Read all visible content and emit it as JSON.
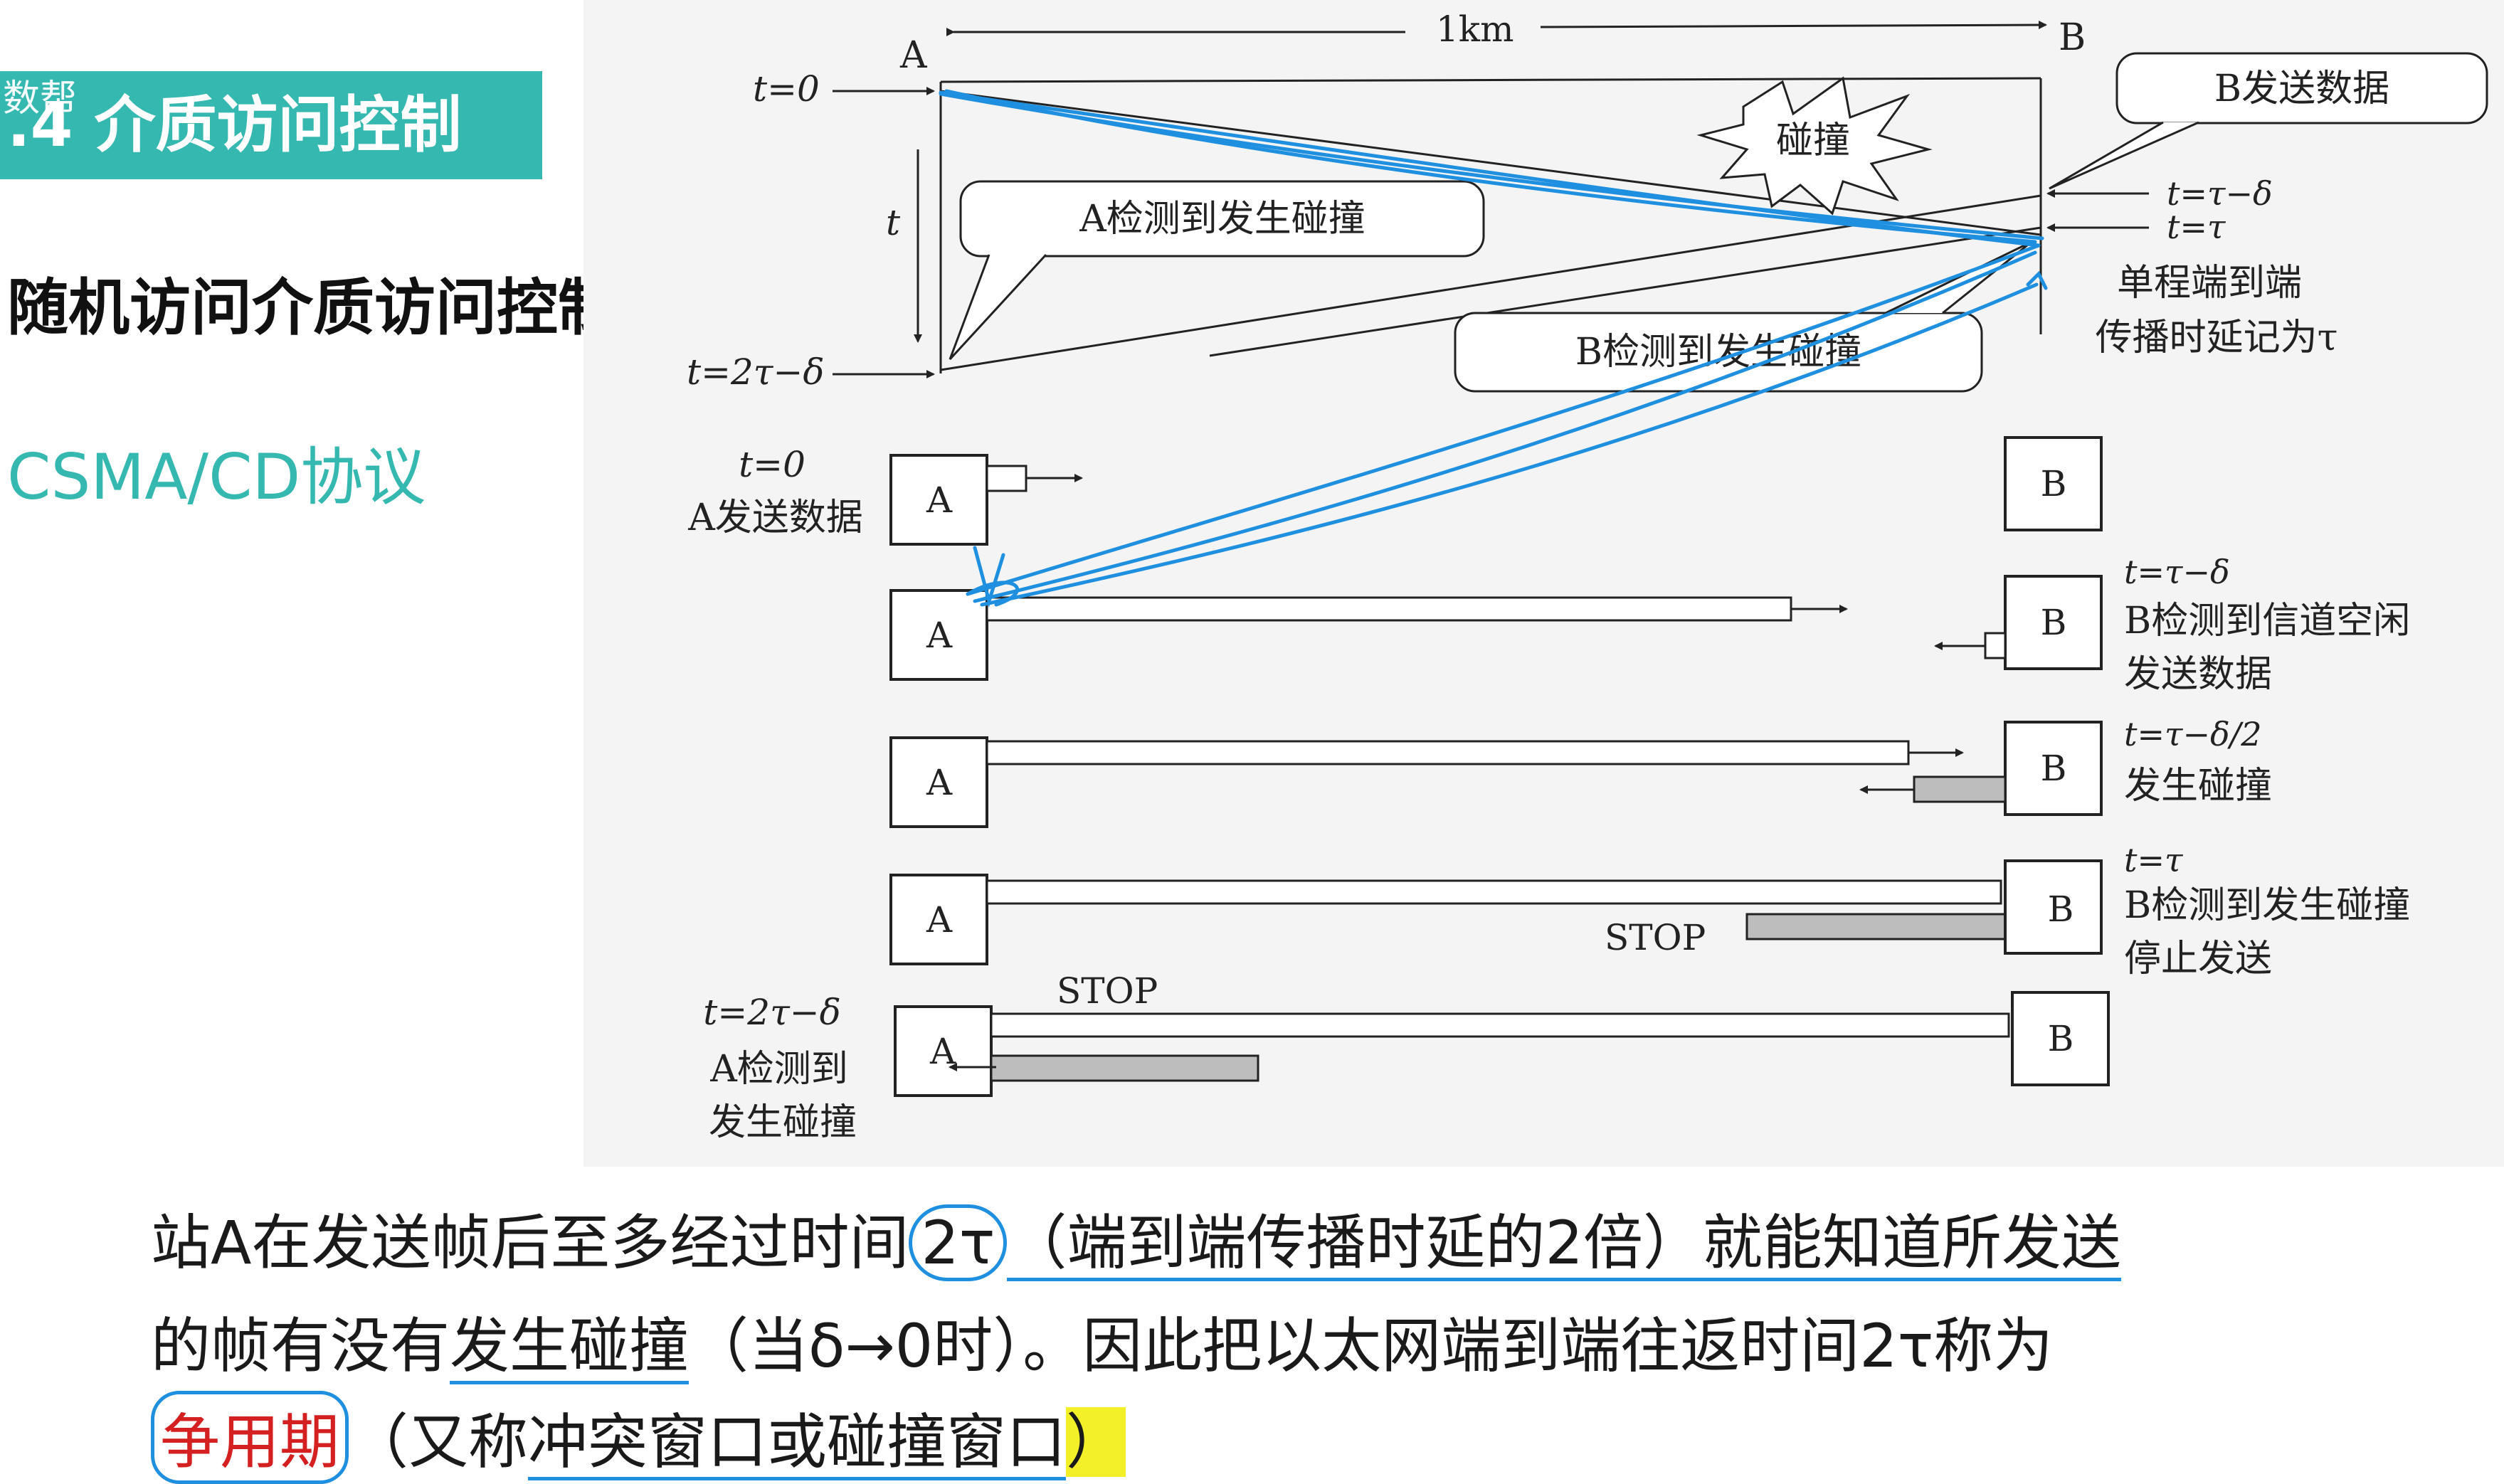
{
  "header": {
    "prefix": "数帮",
    "section_title": ".4 介质访问控制"
  },
  "subtitle": "随机访问介质访问控制",
  "protocol": "CSMA/CD协议",
  "diagram": {
    "distance": "1km",
    "station_a": "A",
    "station_b": "B",
    "t0": "t=0",
    "t_axis": "t",
    "t_end": "t=2τ−δ",
    "collision": "碰撞",
    "callout_b_sends": "B发送数据",
    "callout_a_detects": "A检测到发生碰撞",
    "callout_b_detects": "B检测到发生碰撞",
    "t_tau_minus_delta": "t=τ−δ",
    "t_tau": "t=τ",
    "delay_line1": "单程端到端",
    "delay_line2": "传播时延记为τ",
    "rows": [
      {
        "left_time": "t=0",
        "left_desc": "A发送数据"
      },
      {
        "right_time": "t=τ−δ",
        "right_desc1": "B检测到信道空闲",
        "right_desc2": "发送数据"
      },
      {
        "right_time": "t=τ−δ/2",
        "right_desc1": "发生碰撞"
      },
      {
        "right_time": "t=τ",
        "right_desc1": "B检测到发生碰撞",
        "right_desc2": "停止发送",
        "stop": "STOP"
      },
      {
        "left_time": "t=2τ−δ",
        "left_desc1": "A检测到",
        "left_desc2": "发生碰撞",
        "stop": "STOP"
      }
    ]
  },
  "paragraph": {
    "l1a": "站A在发送帧后至多经过时间",
    "l1b": "2τ",
    "l1c": "（端到端传播时延的2倍）就能知道所发送",
    "l2a": "的帧有没有",
    "l2b": "发生碰撞",
    "l2c": "（当δ→0时）。因此把以太网端到端往返时间2τ称为",
    "l3a": "争用期",
    "l3b": "（又称",
    "l3c": "冲突窗口或碰撞窗口",
    "l3d": "）"
  },
  "colors": {
    "teal": "#35b8b0",
    "annotation_blue": "#1f8fe0",
    "red": "#d42020",
    "highlight_yellow": "#f3f02a"
  }
}
